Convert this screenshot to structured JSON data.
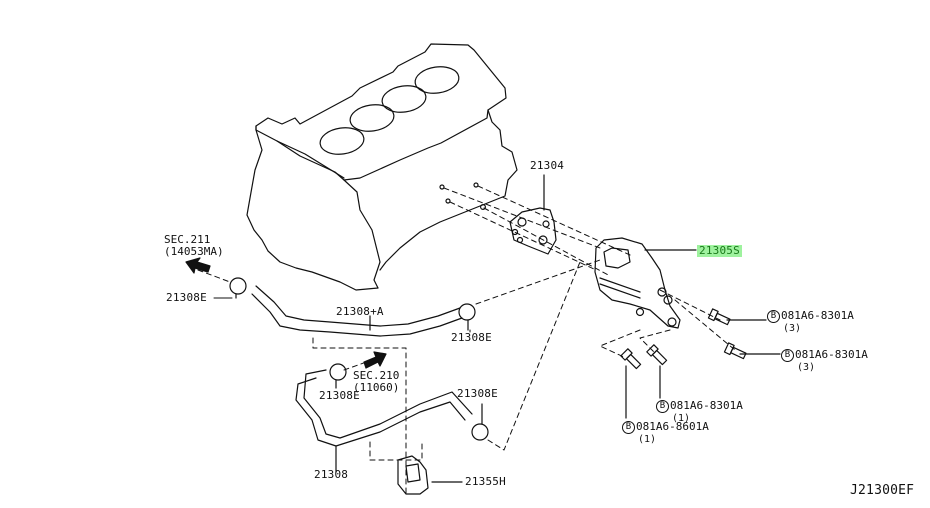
{
  "diagram": {
    "title_code": "J21300EF",
    "highlight_color": "#9ef29e",
    "parts": [
      {
        "id": "21304",
        "label": "21304"
      },
      {
        "id": "21305S",
        "label": "21305S",
        "highlighted": true
      },
      {
        "id": "21308+A",
        "label": "21308+A"
      },
      {
        "id": "21308",
        "label": "21308"
      },
      {
        "id": "21355H",
        "label": "21355H"
      },
      {
        "id": "21308E-left",
        "label": "21308E"
      },
      {
        "id": "21308E-mid",
        "label": "21308E"
      },
      {
        "id": "21308E-lower",
        "label": "21308E"
      },
      {
        "id": "21308E-right",
        "label": "21308E"
      }
    ],
    "section_refs": [
      {
        "id": "sec211",
        "line1": "SEC.211",
        "line2": "(14053MA)"
      },
      {
        "id": "sec210",
        "line1": "SEC.210",
        "line2": "(11060)"
      }
    ],
    "bolts": [
      {
        "id": "bolt-1",
        "badge": "B",
        "part": "081A6-8301A",
        "qty": "(3)"
      },
      {
        "id": "bolt-2",
        "badge": "B",
        "part": "081A6-8301A",
        "qty": "(3)"
      },
      {
        "id": "bolt-3",
        "badge": "B",
        "part": "081A6-8301A",
        "qty": "(1)"
      },
      {
        "id": "bolt-4",
        "badge": "B",
        "part": "081A6-8601A",
        "qty": "(1)"
      }
    ]
  }
}
